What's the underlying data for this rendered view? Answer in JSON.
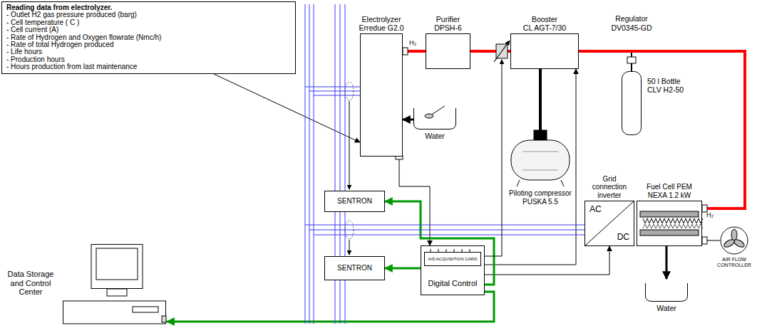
{
  "diagram": {
    "nodes": [
      {
        "text": [
          "Reading data from electrolyzer.",
          "- Outlet H2 gas pressure produced (barg)",
          "- Cell temperature ( C )",
          "- Cell current (A)",
          "- Rate of Hydrogen and Oxygen flowrate (Nmc/h)",
          "- Rate of total Hydrogen produced",
          "- Life hours",
          "- Production hours",
          "- Hours production from last maintenance"
        ]
      },
      {
        "text": [
          "Electrolyzer",
          "Erredue G2.0"
        ]
      },
      {
        "text": [
          "Purifier",
          "DPSH-6"
        ]
      },
      {
        "text": [
          "Booster",
          "CL AGT-7/30"
        ]
      },
      {
        "text": [
          "50 l Bottle",
          "CLV H2-50"
        ]
      },
      {
        "text": [
          "Water"
        ]
      },
      {
        "text": [
          "Piloting compressor",
          "PUSKA 5.5"
        ]
      },
      {
        "text": [
          "Grid connection inverter",
          "AC",
          "DC"
        ]
      },
      {
        "text": [
          "Fuel Cell PEM",
          "NEXA 1.2 kW"
        ]
      },
      {
        "text": [
          "SENTRON"
        ]
      },
      {
        "text": [
          "SENTRON"
        ]
      },
      {
        "text": [
          "Digital Control"
        ]
      },
      {
        "text": [
          "A/D ACQUISITION CARD"
        ],
        "in": 11
      },
      {
        "text": [
          "AIR FLOW CONTROLLER"
        ]
      },
      {
        "text": [
          "Water"
        ]
      },
      {
        "text": [
          "Data Storage and Control Center"
        ]
      }
    ],
    "edges": [
      {
        "from": 0,
        "to": 1,
        "arrow": "to"
      },
      {
        "from": 1,
        "to": 2,
        "arrow": "none"
      },
      {
        "from": 2,
        "to": 3,
        "arrow": "none"
      },
      {
        "from": 3,
        "to": 8,
        "arrow": "none"
      },
      {
        "from": 5,
        "to": 1,
        "arrow": "to"
      },
      {
        "from": 6,
        "to": 3,
        "arrow": "none"
      },
      {
        "from": 1,
        "to": 11,
        "arrow": "to"
      },
      {
        "from": 11,
        "to": 3,
        "arrow": "to"
      },
      {
        "from": 11,
        "to": 7,
        "arrow": "to"
      },
      {
        "from": 8,
        "to": 14,
        "arrow": "to"
      },
      {
        "from": 13,
        "to": 8,
        "arrow": "none"
      },
      {
        "from": 11,
        "to": 9,
        "arrow": "to"
      },
      {
        "from": 11,
        "to": 10,
        "arrow": "to"
      },
      {
        "from": 11,
        "to": 15,
        "arrow": "to"
      }
    ],
    "labels": [
      "H₂",
      "Regulator",
      "DV0345-GD",
      "H₂"
    ]
  }
}
